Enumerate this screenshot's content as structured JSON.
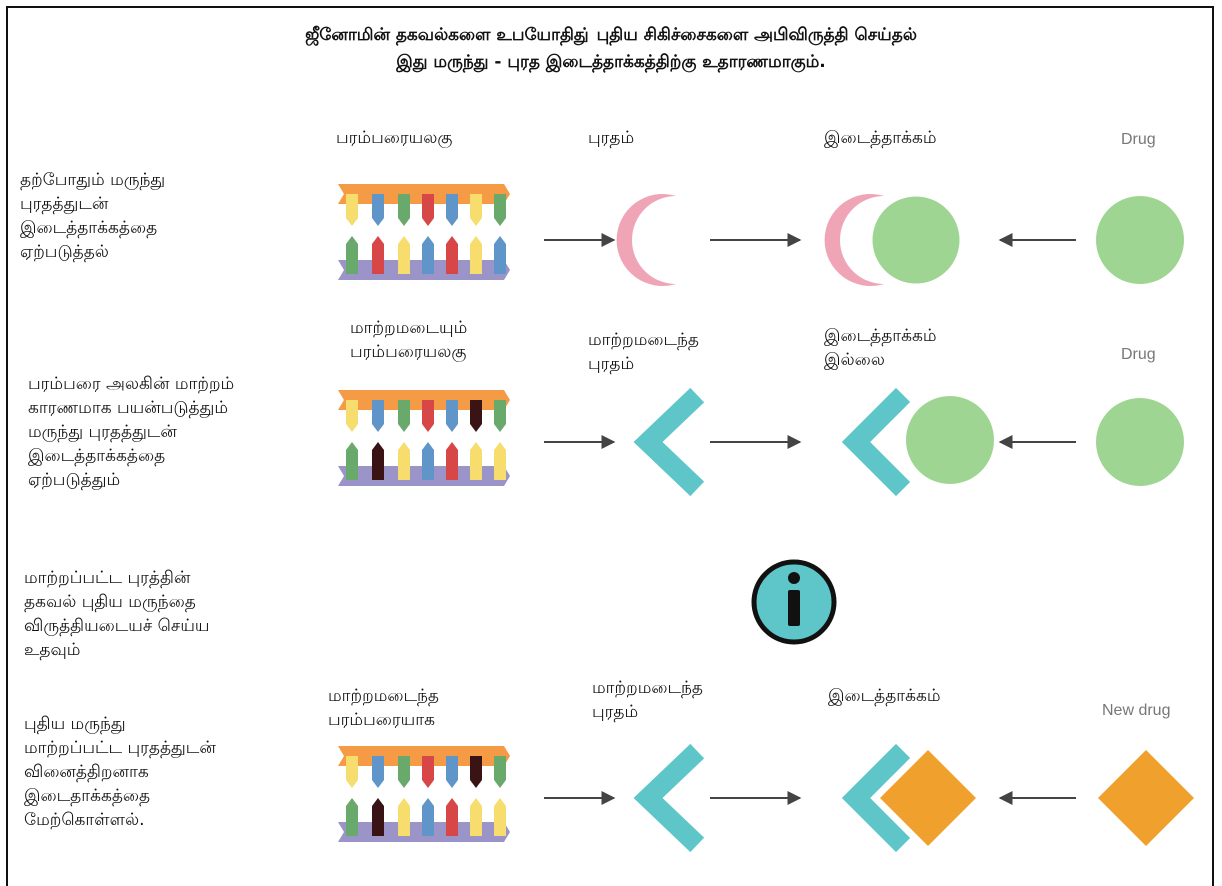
{
  "title": {
    "line1": "ஜீனோமின் தகவல்களை உபயோதிது் புதிய சிகிச்சைகளை அபிவிருத்தி செய்தல்",
    "line2": "இது மருந்து - புரத இடைத்தாக்கத்திற்கு உதாரணமாகும்."
  },
  "rows": [
    {
      "description": "தற்போதும் மருந்து\nபுரதத்துடன்\nஇடைத்தாக்கத்தை\nஏற்படுத்தல்",
      "dna_label": "பரம்பரையலகு",
      "protein_label": "புரதம்",
      "interaction_label": "இடைத்தாக்கம்",
      "drug_label": "Drug"
    },
    {
      "description": "பரம்பரை அலகின் மாற்றம்\nகாரணமாக பயன்படுத்தும்\nமருந்து புரதத்துடன்\nஇடைத்தாக்கத்தை\nஏற்படுத்தும்",
      "dna_label": "மாற்றமடையும்\nபரம்பரையலகு",
      "protein_label": "மாற்றமடைந்த\nபுரதம்",
      "interaction_label": "இடைத்தாக்கம்\nஇல்லை",
      "drug_label": "Drug"
    },
    {
      "description": "புதிய மருந்து\nமாற்றப்பட்ட புரதத்துடன்\nவினைத்திறனாக\nஇடைதாக்கத்தை\nமேற்கொள்ளல்.",
      "dna_label": "மாற்றமடைந்த\nபரம்பரையாக",
      "protein_label": "மாற்றமடைந்த\nபுரதம்",
      "interaction_label": "இடைத்தாக்கம்",
      "drug_label": "New drug"
    }
  ],
  "info_text": "மாற்றப்பட்ட புரத்தின்\nதகவல் புதிய மருந்தை\nவிருத்தியடையச் செய்ய\nஉதவும்",
  "colors": {
    "protein_normal": "#f0a5b6",
    "protein_mutated": "#5ec6c9",
    "drug": "#9fd593",
    "new_drug": "#f0a02c",
    "info_fill": "#5ec6c9",
    "arrow": "#444444"
  },
  "icons": [
    "dna-icon",
    "crescent-protein-icon",
    "chevron-protein-icon",
    "circle-drug-icon",
    "diamond-drug-icon",
    "info-icon",
    "arrow-icon"
  ]
}
